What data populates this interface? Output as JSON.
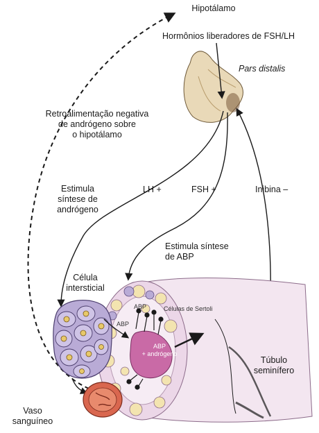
{
  "labels": {
    "hypothalamus": "Hipotálamo",
    "releasing_hormones": "Hormônios liberadores de FSH/LH",
    "pars_distalis": "Pars distalis",
    "negative_feedback": "Retroalimentação negativa\nde andrógeno sobre\no hipotálamo",
    "lh": "LH +",
    "fsh": "FSH +",
    "inhibin": "Inibina –",
    "stimulates_androgen": "Estimula\nsíntese de\nandrógeno",
    "stimulates_abp": "Estimula síntese\nde ABP",
    "interstitial_cell": "Célula\nintersticial",
    "abp_1": "ABP",
    "abp_2": "ABP",
    "sertoli_cells": "Células de Sertoli",
    "abp_androgen": "ABP\n+ andrógeno",
    "seminiferous_tubule": "Túbulo\nseminífero",
    "blood_vessel": "Vaso\nsanguíneo"
  },
  "colors": {
    "pituitary": "#e9d9b8",
    "interstitial_cells": "#b9abd6",
    "tubule_wall": "#d9c3dc",
    "sertoli_blob": "#c96aa6",
    "vessel": "#d9674f",
    "nuclei": "#e8c96a"
  }
}
